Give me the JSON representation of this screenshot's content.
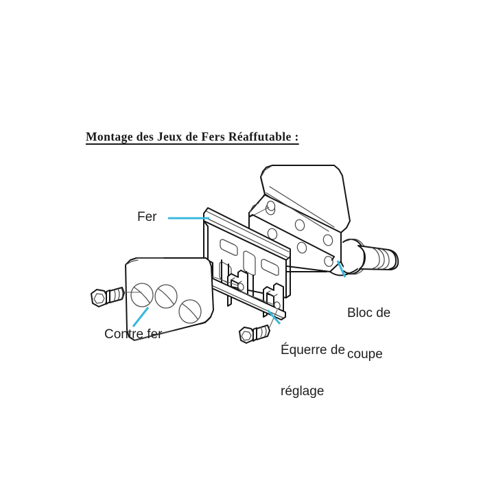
{
  "document": {
    "title": "Montage des Jeux de Fers Réaffutable :",
    "language": "fr",
    "background_color": "#ffffff"
  },
  "colors": {
    "leader_line": "#3bb8dc",
    "outline": "#1a1a1a",
    "detail_line": "#4d4d4d",
    "text": "#1d1d1d",
    "fill": "#ffffff"
  },
  "labels": {
    "fer": "Fer",
    "bloc_de_coupe_line1": "Bloc de",
    "bloc_de_coupe_line2": "coupe",
    "contre_fer": "Contre fer",
    "equerre_line1": "Équerre de",
    "equerre_line2": "réglage"
  },
  "parts": [
    {
      "name": "fer",
      "label": "Fer",
      "description": "Lame / fer de rabot réaffutable"
    },
    {
      "name": "contre-fer",
      "label": "Contre fer",
      "description": "Plaque contre-fer à trois trous"
    },
    {
      "name": "equerre-de-reglage",
      "label": "Équerre de réglage",
      "description": "Équerre en L de réglage de la lame"
    },
    {
      "name": "bloc-de-coupe",
      "label": "Bloc de coupe",
      "description": "Porte-outils cylindrique avec arbre fileté"
    },
    {
      "name": "boulon-superieur",
      "label": "",
      "description": "Boulon à tête hexagonale"
    },
    {
      "name": "boulon-inferieur",
      "label": "",
      "description": "Boulon à tête hexagonale"
    }
  ]
}
